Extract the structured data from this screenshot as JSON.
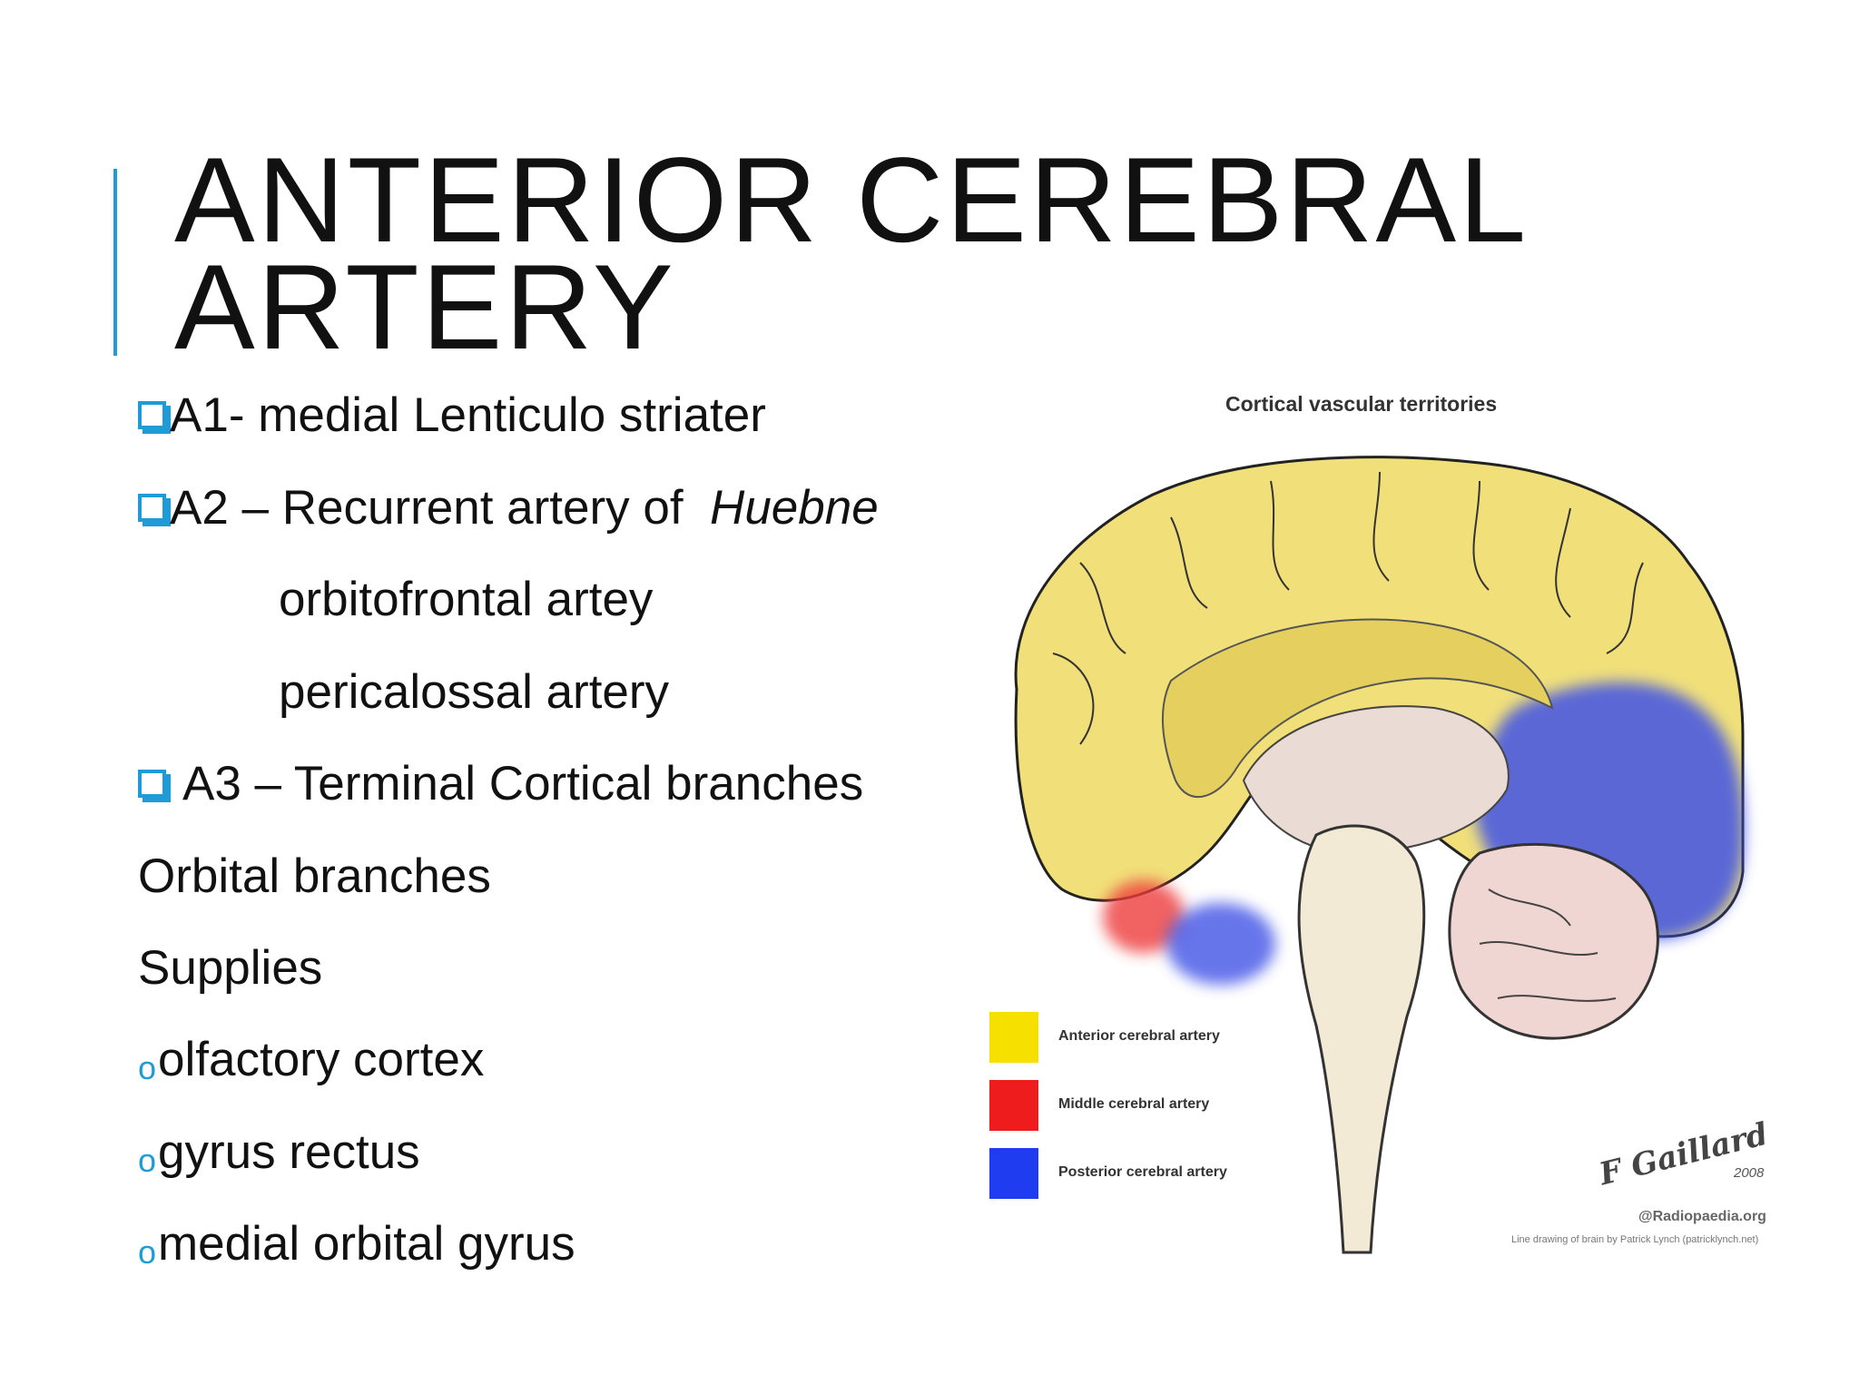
{
  "slide": {
    "title_line1": "ANTERIOR CEREBRAL",
    "title_line2": "ARTERY",
    "accent_color": "#1f9bd7"
  },
  "content": {
    "a1": "A1- medial Lenticulo striater",
    "a2_prefix": "A2 – Recurrent artery of",
    "a2_italic": "Huebne",
    "a2_sub1": "orbitofrontal artey",
    "a2_sub2": "pericalossal artery",
    "a3": "A3 – Terminal Cortical branches",
    "orbital": "Orbital branches",
    "supplies": "Supplies",
    "supplies_items": [
      "olfactory cortex",
      "gyrus rectus",
      "medial orbital gyrus"
    ]
  },
  "figure": {
    "title": "Cortical vascular territories",
    "legend": [
      {
        "label": "Anterior cerebral artery",
        "color": "#f5e000"
      },
      {
        "label": "Middle cerebral artery",
        "color": "#ee1c1c"
      },
      {
        "label": "Posterior cerebral artery",
        "color": "#1f3cf0"
      }
    ],
    "signature": "F Gaillard",
    "signature_year": "2008",
    "credit": "@Radiopaedia.org",
    "credit_small": "Line drawing of brain by Patrick Lynch (patricklynch.net)"
  }
}
